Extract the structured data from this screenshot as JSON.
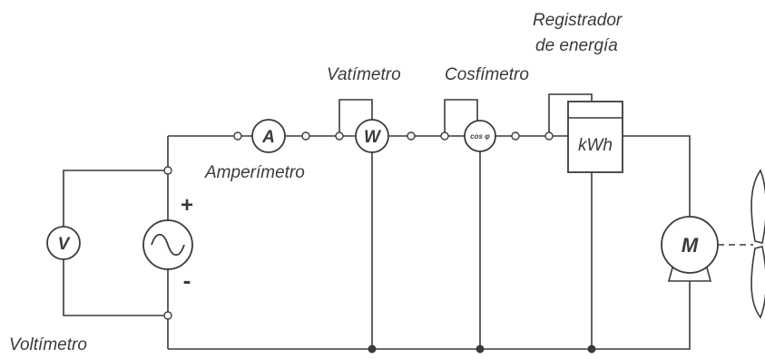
{
  "labels": {
    "ammeter": "Amperímetro",
    "wattmeter": "Vatímetro",
    "power_factor_meter": "Cosfímetro",
    "energy_register_line1": "Registrador",
    "energy_register_line2": "de energía",
    "voltmeter": "Voltímetro"
  },
  "symbols": {
    "ammeter": "A",
    "wattmeter": "W",
    "power_factor_meter": "cos φ",
    "energy_register": "kWh",
    "voltmeter": "V",
    "motor": "M"
  },
  "source": {
    "plus": "+",
    "minus": "-"
  }
}
